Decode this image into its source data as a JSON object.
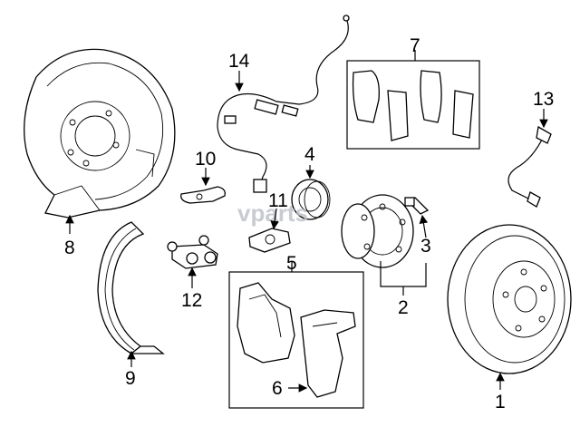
{
  "watermark": "vparts",
  "callouts": {
    "c1": "1",
    "c2": "2",
    "c3": "3",
    "c4": "4",
    "c5": "5",
    "c6": "6",
    "c7": "7",
    "c8": "8",
    "c9": "9",
    "c10": "10",
    "c11": "11",
    "c12": "12",
    "c13": "13",
    "c14": "14"
  }
}
